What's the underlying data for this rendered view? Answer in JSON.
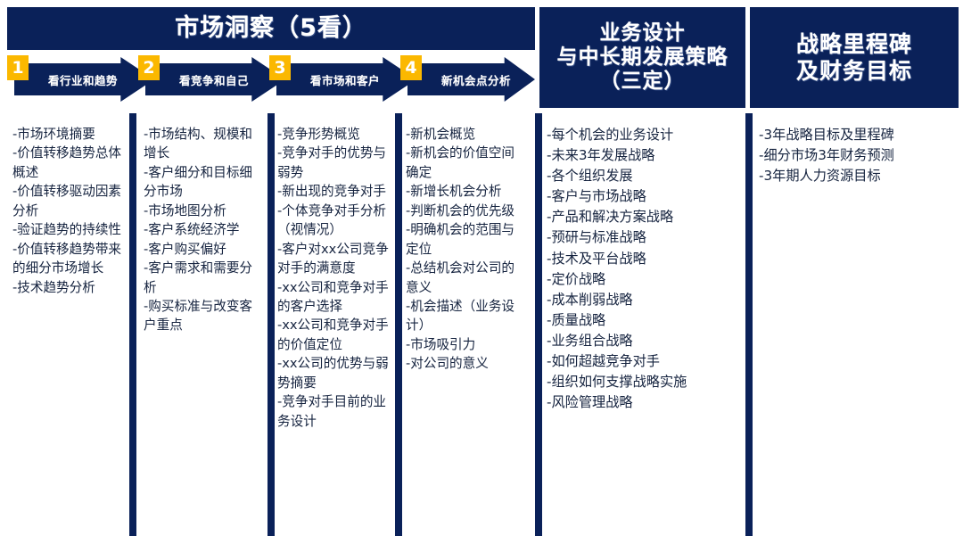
{
  "headers": {
    "market_insight": {
      "title": "市场洞察（5看）"
    },
    "business_design": {
      "line1": "业务设计",
      "line2": "与中长期发展策略",
      "line3": "（三定）"
    },
    "milestone": {
      "line1": "战略里程碑",
      "line2": "及财务目标"
    }
  },
  "steps": [
    {
      "number": "1",
      "label": "看行业和趋势"
    },
    {
      "number": "2",
      "label": "看竞争和自己"
    },
    {
      "number": "3",
      "label": "看市场和客户"
    },
    {
      "number": "4",
      "label": "新机会点分析"
    }
  ],
  "columns": [
    {
      "key": "industry_trends",
      "items": [
        "-市场环境摘要",
        "-价值转移趋势总体概述",
        "-价值转移驱动因素分析",
        "-验证趋势的持续性",
        "-价值转移趋势带来的细分市场增长",
        "-技术趋势分析"
      ]
    },
    {
      "key": "market_customer",
      "items": [
        "-市场结构、规模和增长",
        "-客户细分和目标细分市场",
        "-市场地图分析",
        "-客户系统经济学",
        "-客户购买偏好",
        "-客户需求和需要分析",
        "-购买标准与改变客户重点"
      ]
    },
    {
      "key": "competition_self",
      "items": [
        "-竞争形势概览",
        "-竞争对手的优势与弱势",
        "-新出现的竞争对手",
        "-个体竞争对手分析（视情况）",
        "-客户对xx公司竞争对手的满意度",
        "-xx公司和竞争对手的客户选择",
        "-xx公司和竞争对手的价值定位",
        "-xx公司的优势与弱势摘要",
        "-竞争对手目前的业务设计"
      ]
    },
    {
      "key": "new_opportunities",
      "items": [
        "-新机会概览",
        "-新机会的价值空间确定",
        "-新增长机会分析",
        "-判断机会的优先级",
        "-明确机会的范围与定位",
        "-总结机会对公司的意义",
        "-机会描述（业务设计）",
        "-市场吸引力",
        "-对公司的意义"
      ]
    },
    {
      "key": "business_design",
      "items": [
        "-每个机会的业务设计",
        "-未来3年发展战略",
        "-各个组织发展",
        "-客户与市场战略",
        "-产品和解决方案战略",
        "-预研与标准战略",
        "-技术及平台战略",
        "-定价战略",
        "-成本削弱战略",
        "-质量战略",
        "-业务组合战略",
        "-如何超越竞争对手",
        "-组织如何支撑战略实施",
        "-风险管理战略"
      ]
    },
    {
      "key": "milestone_financial",
      "items": [
        "-3年战略目标及里程碑",
        "-细分市场3年财务预测",
        "-3年期人力资源目标"
      ]
    }
  ],
  "colors": {
    "navy": "#0a2159",
    "badge_yellow": "#fbb800",
    "text": "#15233f",
    "background": "#ffffff"
  }
}
